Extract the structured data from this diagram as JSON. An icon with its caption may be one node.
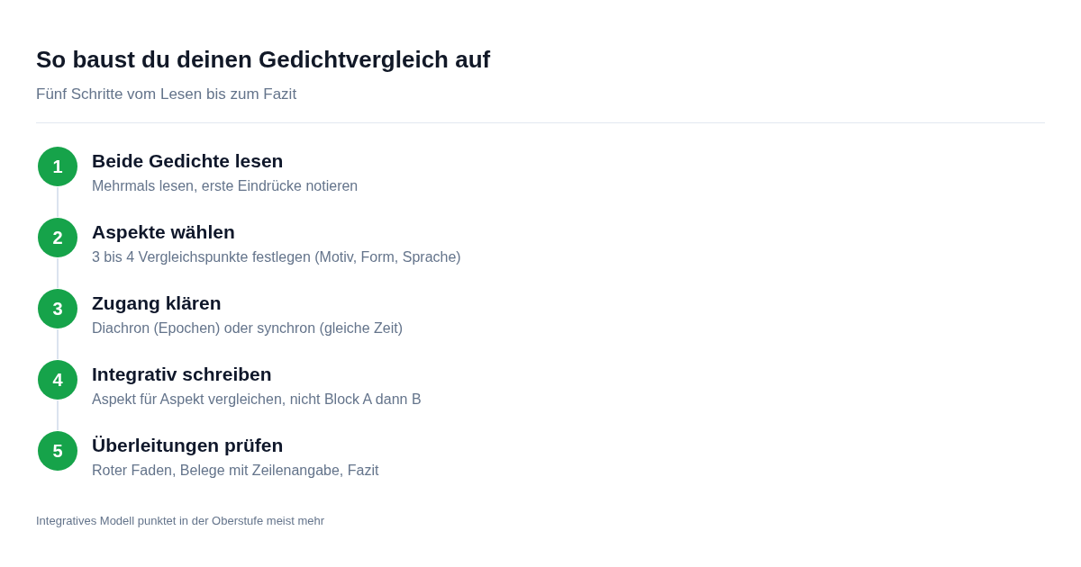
{
  "diagram": {
    "title": "So baust du deinen Gedichtvergleich auf",
    "labels": [
      "Fünf Schritte vom Lesen bis zum Fazit"
    ],
    "nodes": [
      {
        "text": [
          "1"
        ],
        "beside": [
          "Beide Gedichte lesen",
          "Mehrmals lesen, erste Eindrücke notieren"
        ]
      },
      {
        "text": [
          "2"
        ],
        "beside": [
          "Aspekte wählen",
          "3 bis 4 Vergleichspunkte festlegen (Motiv, Form, Sprache)"
        ]
      },
      {
        "text": [
          "3"
        ],
        "beside": [
          "Zugang klären",
          "Diachron (Epochen) oder synchron (gleiche Zeit)"
        ]
      },
      {
        "text": [
          "4"
        ],
        "beside": [
          "Integrativ schreiben",
          "Aspekt für Aspekt vergleichen, nicht Block A dann B"
        ]
      },
      {
        "text": [
          "5"
        ],
        "beside": [
          "Überleitungen prüfen",
          "Roter Faden, Belege mit Zeilenangabe, Fazit"
        ]
      }
    ],
    "edges": [
      {
        "from": 0,
        "to": 1,
        "arrow": "none"
      },
      {
        "from": 1,
        "to": 2,
        "arrow": "none"
      },
      {
        "from": 2,
        "to": 3,
        "arrow": "none"
      },
      {
        "from": 3,
        "to": 4,
        "arrow": "none"
      }
    ],
    "caption": "Integratives Modell punktet in der Oberstufe meist mehr"
  }
}
